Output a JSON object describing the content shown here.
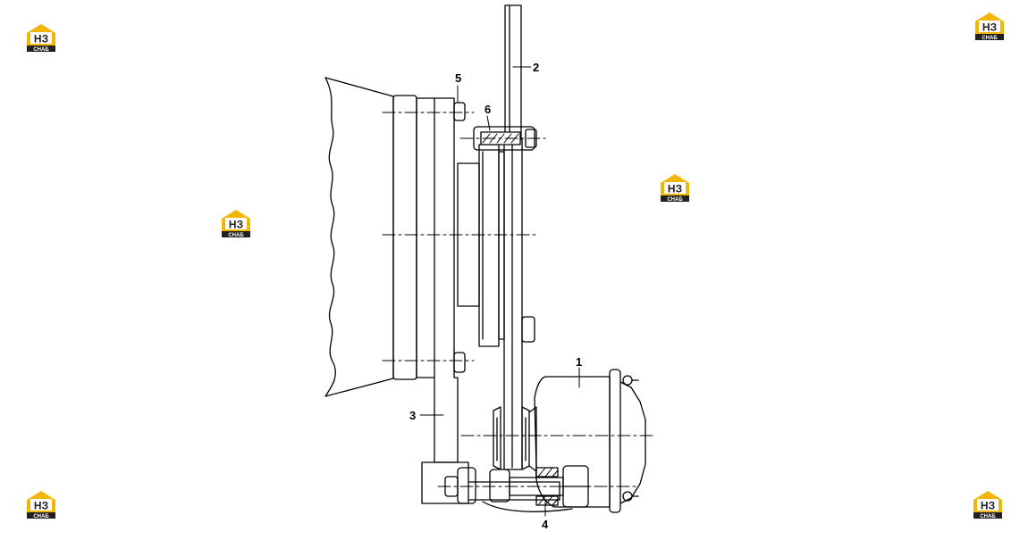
{
  "diagram": {
    "callouts": [
      "1",
      "2",
      "3",
      "4",
      "5",
      "6"
    ]
  },
  "watermark": {
    "letters": "НЗ",
    "subtitle": "СНАБ",
    "accent_color": "#f2b705",
    "dark_color": "#231f20"
  }
}
